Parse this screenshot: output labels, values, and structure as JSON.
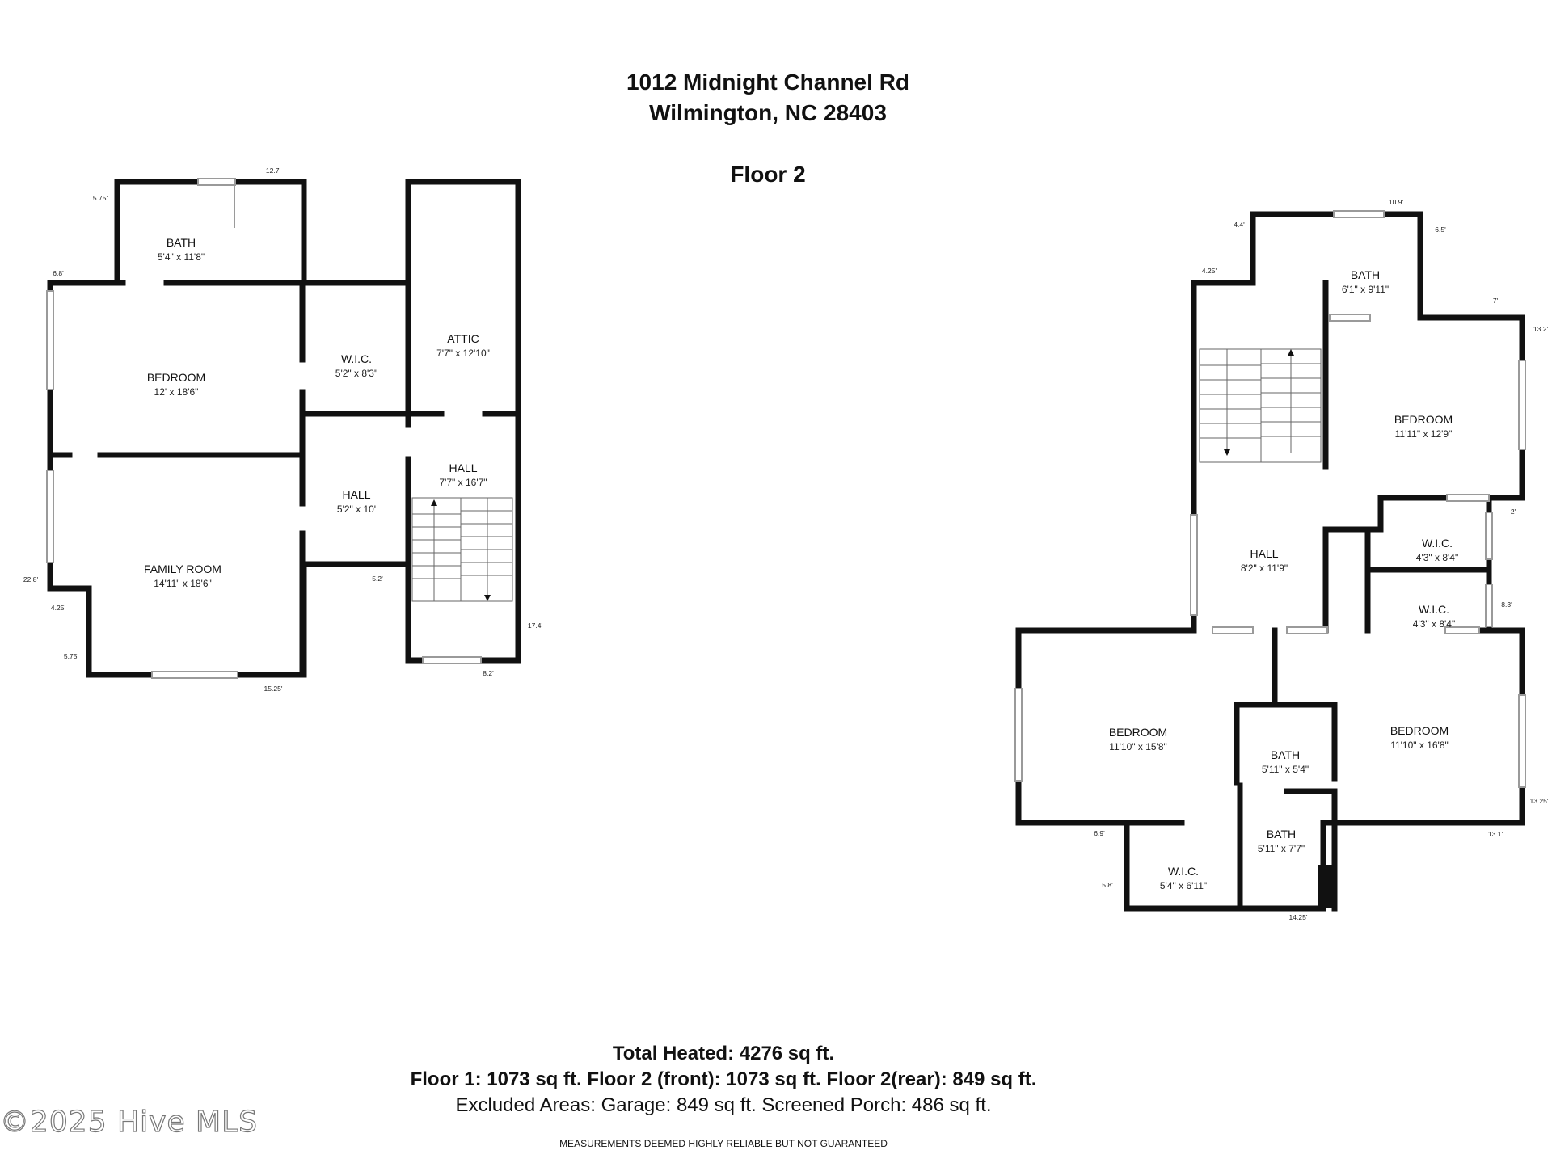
{
  "header": {
    "address_line1": "1012 Midnight Channel Rd",
    "address_line2": "Wilmington, NC 28403",
    "floor_label": "Floor 2"
  },
  "front_plan": {
    "rooms": [
      {
        "name": "BATH",
        "size": "5'4\" x 11'8\""
      },
      {
        "name": "BEDROOM",
        "size": "12' x 18'6\""
      },
      {
        "name": "W.I.C.",
        "size": "5'2\" x 8'3\""
      },
      {
        "name": "ATTIC",
        "size": "7'7\" x 12'10\""
      },
      {
        "name": "HALL",
        "size": "7'7\" x 16'7\""
      },
      {
        "name": "HALL",
        "size": "5'2\" x 10'"
      },
      {
        "name": "FAMILY ROOM",
        "size": "14'11\" x 18'6\""
      }
    ],
    "dims": [
      "12.7'",
      "5.75'",
      "6.8'",
      "22.8'",
      "4.25'",
      "5.75'",
      "15.25'",
      "5.2'",
      "17.4'",
      "8.2'"
    ]
  },
  "rear_plan": {
    "rooms": [
      {
        "name": "BATH",
        "size": "6'1\" x 9'11\""
      },
      {
        "name": "BEDROOM",
        "size": "11'11\" x 12'9\""
      },
      {
        "name": "HALL",
        "size": "8'2\" x 11'9\""
      },
      {
        "name": "W.I.C.",
        "size": "4'3\" x 8'4\""
      },
      {
        "name": "W.I.C.",
        "size": "4'3\" x 8'4\""
      },
      {
        "name": "BEDROOM",
        "size": "11'10\" x 15'8\""
      },
      {
        "name": "BATH",
        "size": "5'11\" x 5'4\""
      },
      {
        "name": "BEDROOM",
        "size": "11'10\" x 16'8\""
      },
      {
        "name": "BATH",
        "size": "5'11\" x 7'7\""
      },
      {
        "name": "W.I.C.",
        "size": "5'4\" x 6'11\""
      }
    ],
    "dims": [
      "10.9'",
      "4.4'",
      "6.5'",
      "4.25'",
      "7'",
      "13.2'",
      "2'",
      "8.3'",
      "6.9'",
      "13.25'",
      "13.1'",
      "5.8'",
      "14.25'"
    ]
  },
  "footer": {
    "total": "Total Heated: 4276 sq ft.",
    "floors": "Floor 1: 1073 sq ft. Floor 2 (front): 1073 sq ft. Floor 2(rear): 849 sq ft.",
    "excluded": "Excluded Areas: Garage: 849 sq ft. Screened Porch: 486 sq ft.",
    "disclaimer": "MEASUREMENTS DEEMED HIGHLY RELIABLE BUT NOT GUARANTEED"
  },
  "watermark": "©2025 Hive MLS",
  "colors": {
    "wall": "#111111",
    "window": "#9a9a9a",
    "background": "#ffffff"
  }
}
